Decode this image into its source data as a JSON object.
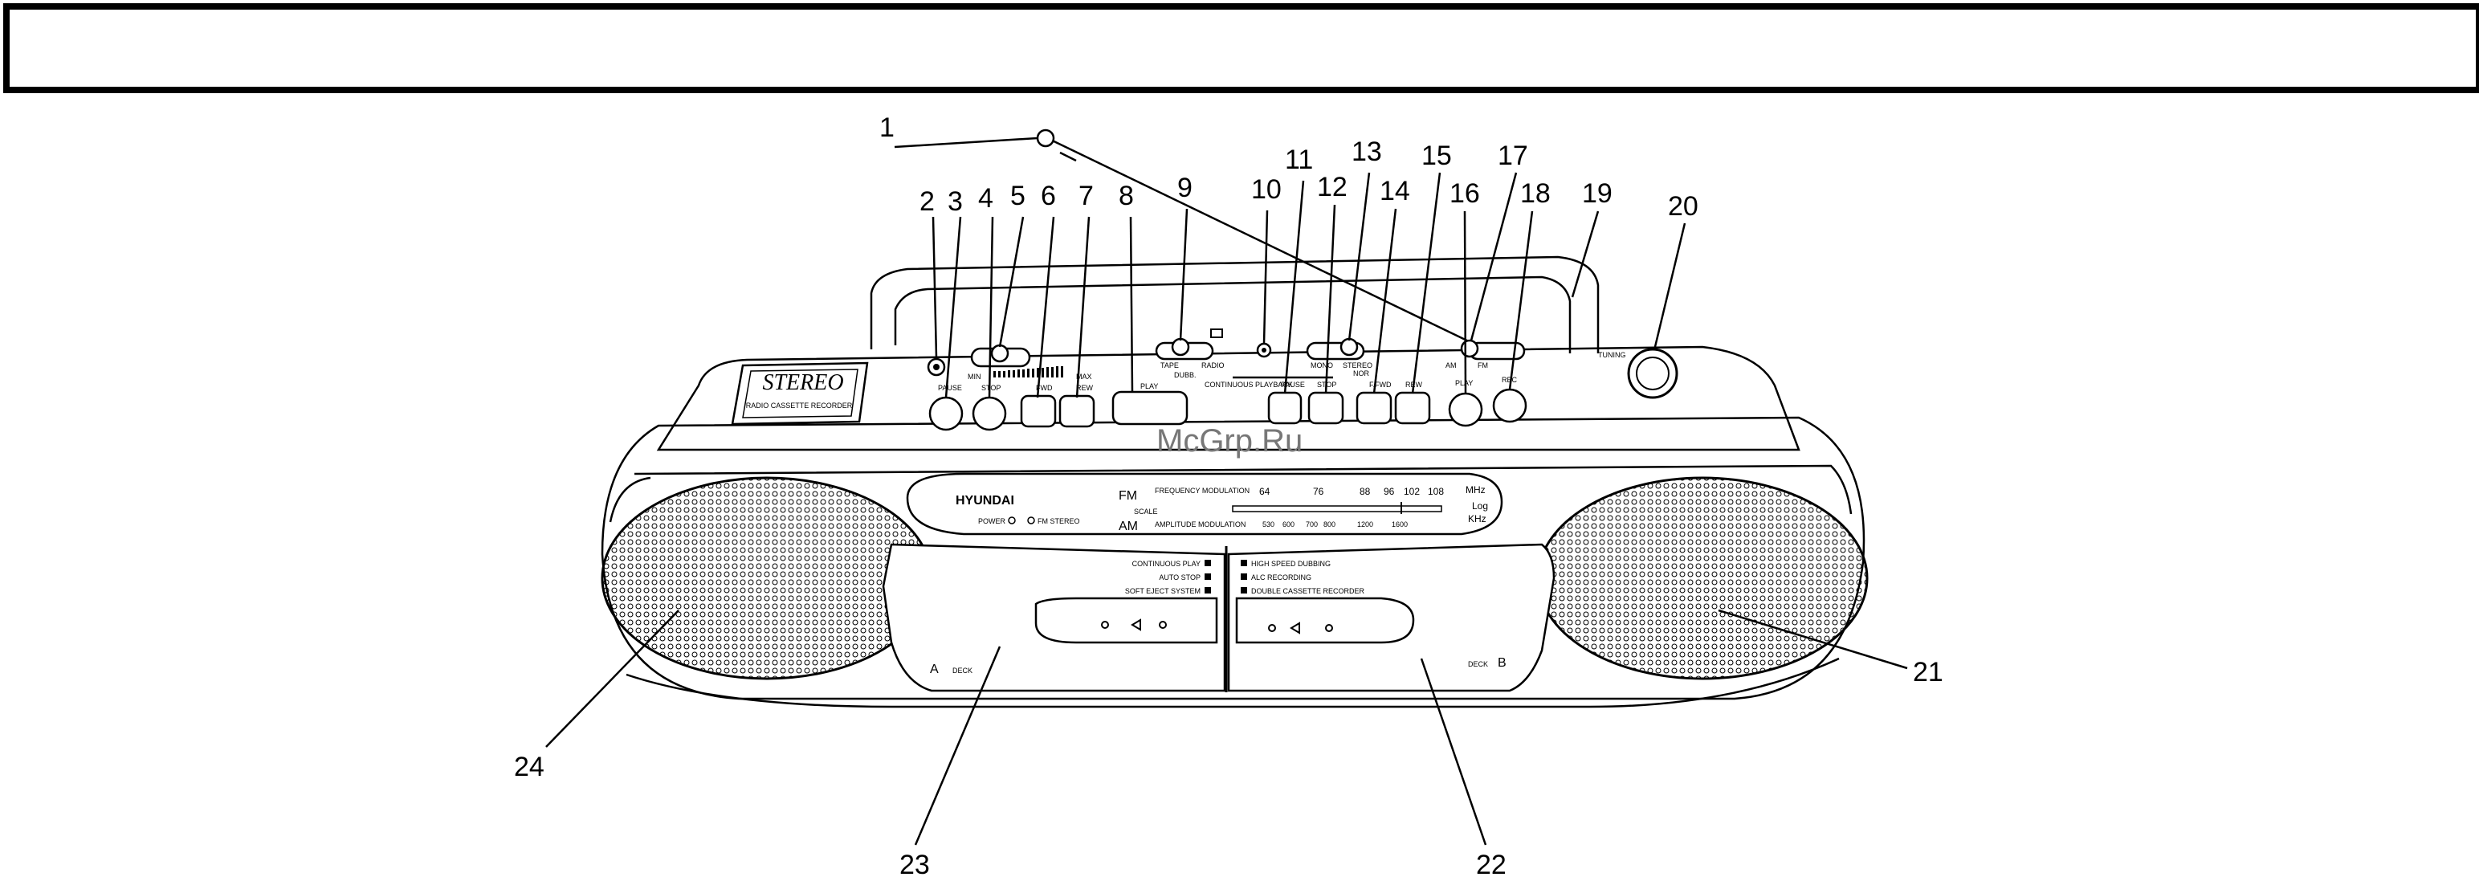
{
  "diagram": {
    "callouts": [
      "1",
      "2",
      "3",
      "4",
      "5",
      "6",
      "7",
      "8",
      "9",
      "10",
      "11",
      "12",
      "13",
      "14",
      "15",
      "16",
      "17",
      "18",
      "19",
      "20",
      "21",
      "22",
      "23",
      "24"
    ],
    "device": {
      "stereo_badge": "STEREO",
      "stereo_sub": "RADIO CASSETTE RECORDER",
      "brand": "HYUNDAI",
      "power": "POWER",
      "fm_stereo": "FM STEREO",
      "band_fm": "FM",
      "band_am": "AM",
      "fm_note": "FREQUENCY MODULATION",
      "am_note": "AMPLITUDE MODULATION",
      "scale_word": "SCALE",
      "fm_scale": [
        "64",
        "76",
        "88",
        "96",
        "102",
        "108"
      ],
      "am_scale": [
        "530",
        "600",
        "700",
        "800",
        "1200",
        "1600"
      ],
      "unit_mhz": "MHz",
      "unit_log": "Log",
      "unit_khz": "KHz",
      "deck_a_letter": "A",
      "deck_a_word": "DECK",
      "deck_b_word": "DECK",
      "deck_b_letter": "B",
      "features_left": [
        "CONTINUOUS PLAY",
        "AUTO STOP",
        "SOFT EJECT SYSTEM"
      ],
      "features_right": [
        "HIGH SPEED DUBBING",
        "ALC RECORDING",
        "DOUBLE CASSETTE RECORDER"
      ],
      "tuning_label": "TUNING",
      "continuous_playback": "CONTINUOUS PLAYBACK",
      "key_labels": [
        "PAUSE",
        "STOP",
        "FWD",
        "REW",
        "PLAY",
        "PAUSE",
        "STOP",
        "F.FWD",
        "REW",
        "PLAY",
        "REC"
      ],
      "switch_left": [
        "MIN",
        "MAX"
      ],
      "switch_dubbing": [
        "TAPE",
        "RADIO",
        "DUBB."
      ],
      "switch_mode": [
        "MONO",
        "STEREO",
        "NOR"
      ],
      "switch_band": [
        "AM",
        "FM"
      ]
    }
  },
  "watermark": "McGrp.Ru"
}
